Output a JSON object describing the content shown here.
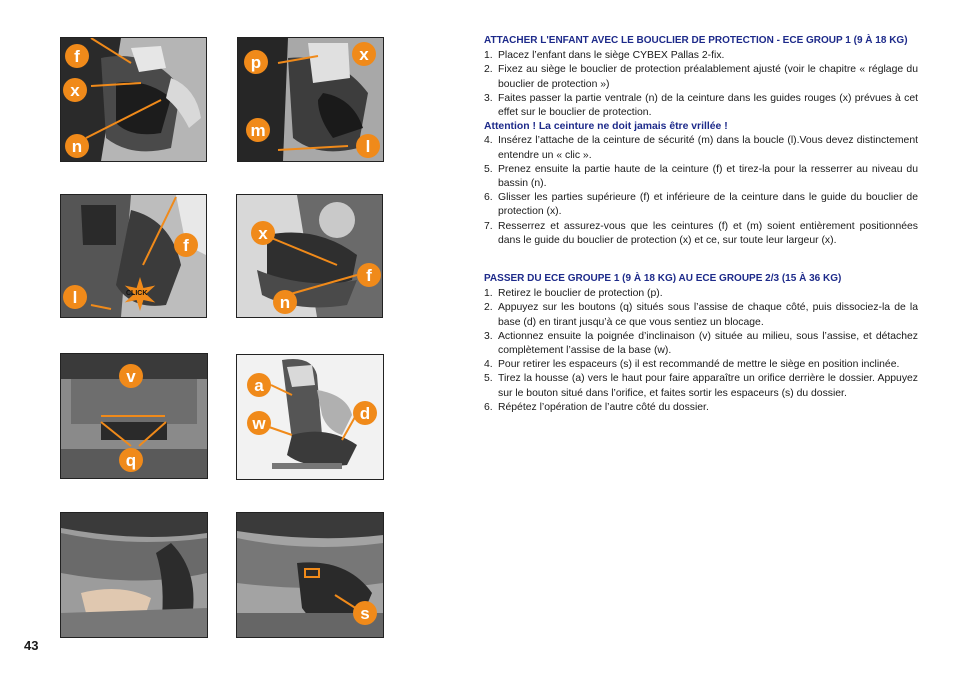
{
  "page_number": "43",
  "figures": [
    {
      "labels": [
        "f",
        "x",
        "n"
      ]
    },
    {
      "labels": [
        "p",
        "x",
        "m",
        "l"
      ]
    },
    {
      "labels": [
        "f",
        "l"
      ],
      "badge": "CLICK"
    },
    {
      "labels": [
        "x",
        "f",
        "n"
      ]
    },
    {
      "labels": [
        "v",
        "q"
      ]
    },
    {
      "labels": [
        "a",
        "w",
        "d"
      ]
    },
    {
      "labels": []
    },
    {
      "labels": [
        "s"
      ]
    }
  ],
  "sections": [
    {
      "title": "ATTACHER L'ENFANT AVEC LE BOUCLIER DE PROTECTION - ECE GROUP 1 (9 À 18 KG)",
      "steps_a": [
        {
          "num": "1.",
          "text": "Placez l’enfant dans le siège CYBEX Pallas 2-fix."
        },
        {
          "num": "2.",
          "text": "Fixez au siège le bouclier de protection préalablement ajusté (voir le chapitre « réglage du bouclier de protection »)"
        },
        {
          "num": "3.",
          "text": "Faites passer la partie ventrale (n) de la ceinture dans les guides rouges (x) prévues à cet effet sur le bouclier de protection."
        }
      ],
      "warning": "Attention ! La ceinture ne doit jamais être vrillée !",
      "steps_b": [
        {
          "num": "4.",
          "text": "Insérez l’attache de la ceinture de sécurité (m) dans la boucle (l).Vous devez distinctement entendre un « clic »."
        },
        {
          "num": "5.",
          "text": "Prenez ensuite la partie haute de la ceinture (f) et tirez-la pour la resserrer au niveau du bassin (n)."
        },
        {
          "num": "6.",
          "text": "Glisser les parties supérieure (f) et inférieure de la ceinture dans le guide du bouclier de protection (x)."
        },
        {
          "num": "7.",
          "text": "Resserrez et assurez-vous que les ceintures (f) et (m) soient entièrement positionnées dans le guide du bouclier de protection (x) et ce, sur toute leur largeur (x)."
        }
      ]
    },
    {
      "title": "PASSER DU ECE GROUPE 1 (9 À 18 KG) AU ECE GROUPE 2/3 (15 À 36 KG)",
      "steps": [
        {
          "num": "1.",
          "text": "Retirez le bouclier de protection (p)."
        },
        {
          "num": "2.",
          "text": "Appuyez sur les boutons (q) situés sous l’assise de chaque côté, puis dissociez-la de la base (d) en tirant jusqu’à ce que vous sentiez un blocage."
        },
        {
          "num": "3.",
          "text": "Actionnez ensuite la poignée d’inclinaison (v) située au milieu, sous l’assise, et détachez complètement l’assise de la base (w)."
        },
        {
          "num": "4.",
          "text": "Pour retirer les espaceurs (s) il est recommandé de mettre le siège en position inclinée."
        },
        {
          "num": "5.",
          "text": "Tirez la housse (a) vers le haut pour faire apparaître un orifice derrière le dossier. Appuyez sur le bouton situé dans l’orifice, et faites sortir les espaceurs (s) du dossier."
        },
        {
          "num": "6.",
          "text": "Répétez l’opération de l’autre côté du dossier."
        }
      ]
    }
  ],
  "colors": {
    "accent": "#f08a1a",
    "heading": "#1d2a8a",
    "photo_gray": "#9a9a9a"
  }
}
